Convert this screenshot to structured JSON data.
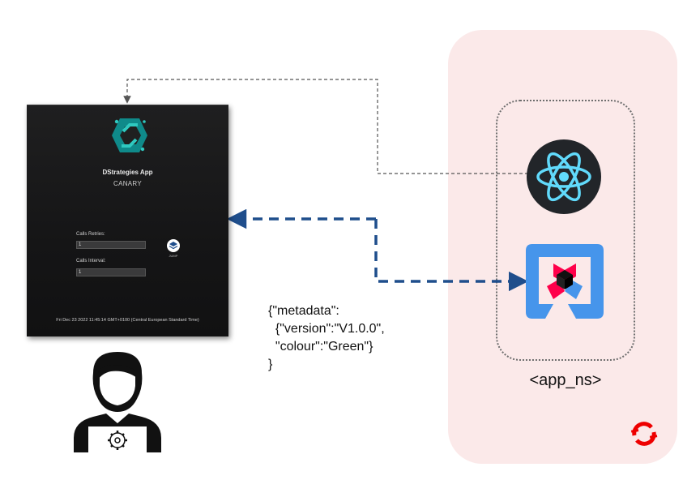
{
  "app": {
    "title": "DStrategies App",
    "subtitle": "CANARY",
    "fields": {
      "retries_label": "Calls Retries:",
      "retries_value": "1",
      "interval_label": "Calls Interval:",
      "interval_value": "1"
    },
    "jump_label": "JUMP",
    "timestamp": "Fri Dec 23 2022 11:45:14 GMT+0100 (Central European Standard Time)"
  },
  "payload": {
    "line1": "{\"metadata\":",
    "line2": "  {\"version\":\"V1.0.0\",",
    "line3": "  \"colour\":\"Green\"}",
    "line4": "}"
  },
  "namespace": {
    "label": "<app_ns>"
  },
  "colors": {
    "namespace_bg": "#fbe9e9",
    "arrow_blue": "#1f4e8c",
    "react_blue": "#61dafb",
    "quarkus_blue": "#4695eb",
    "quarkus_red": "#ff004a",
    "openshift_red": "#ee0000",
    "app_bg": "#161617"
  },
  "icons": {
    "react": "react-icon",
    "quarkus": "quarkus-icon",
    "openshift": "openshift-icon",
    "user": "user-developer-icon",
    "app_logo": "dstrategies-logo-icon"
  }
}
